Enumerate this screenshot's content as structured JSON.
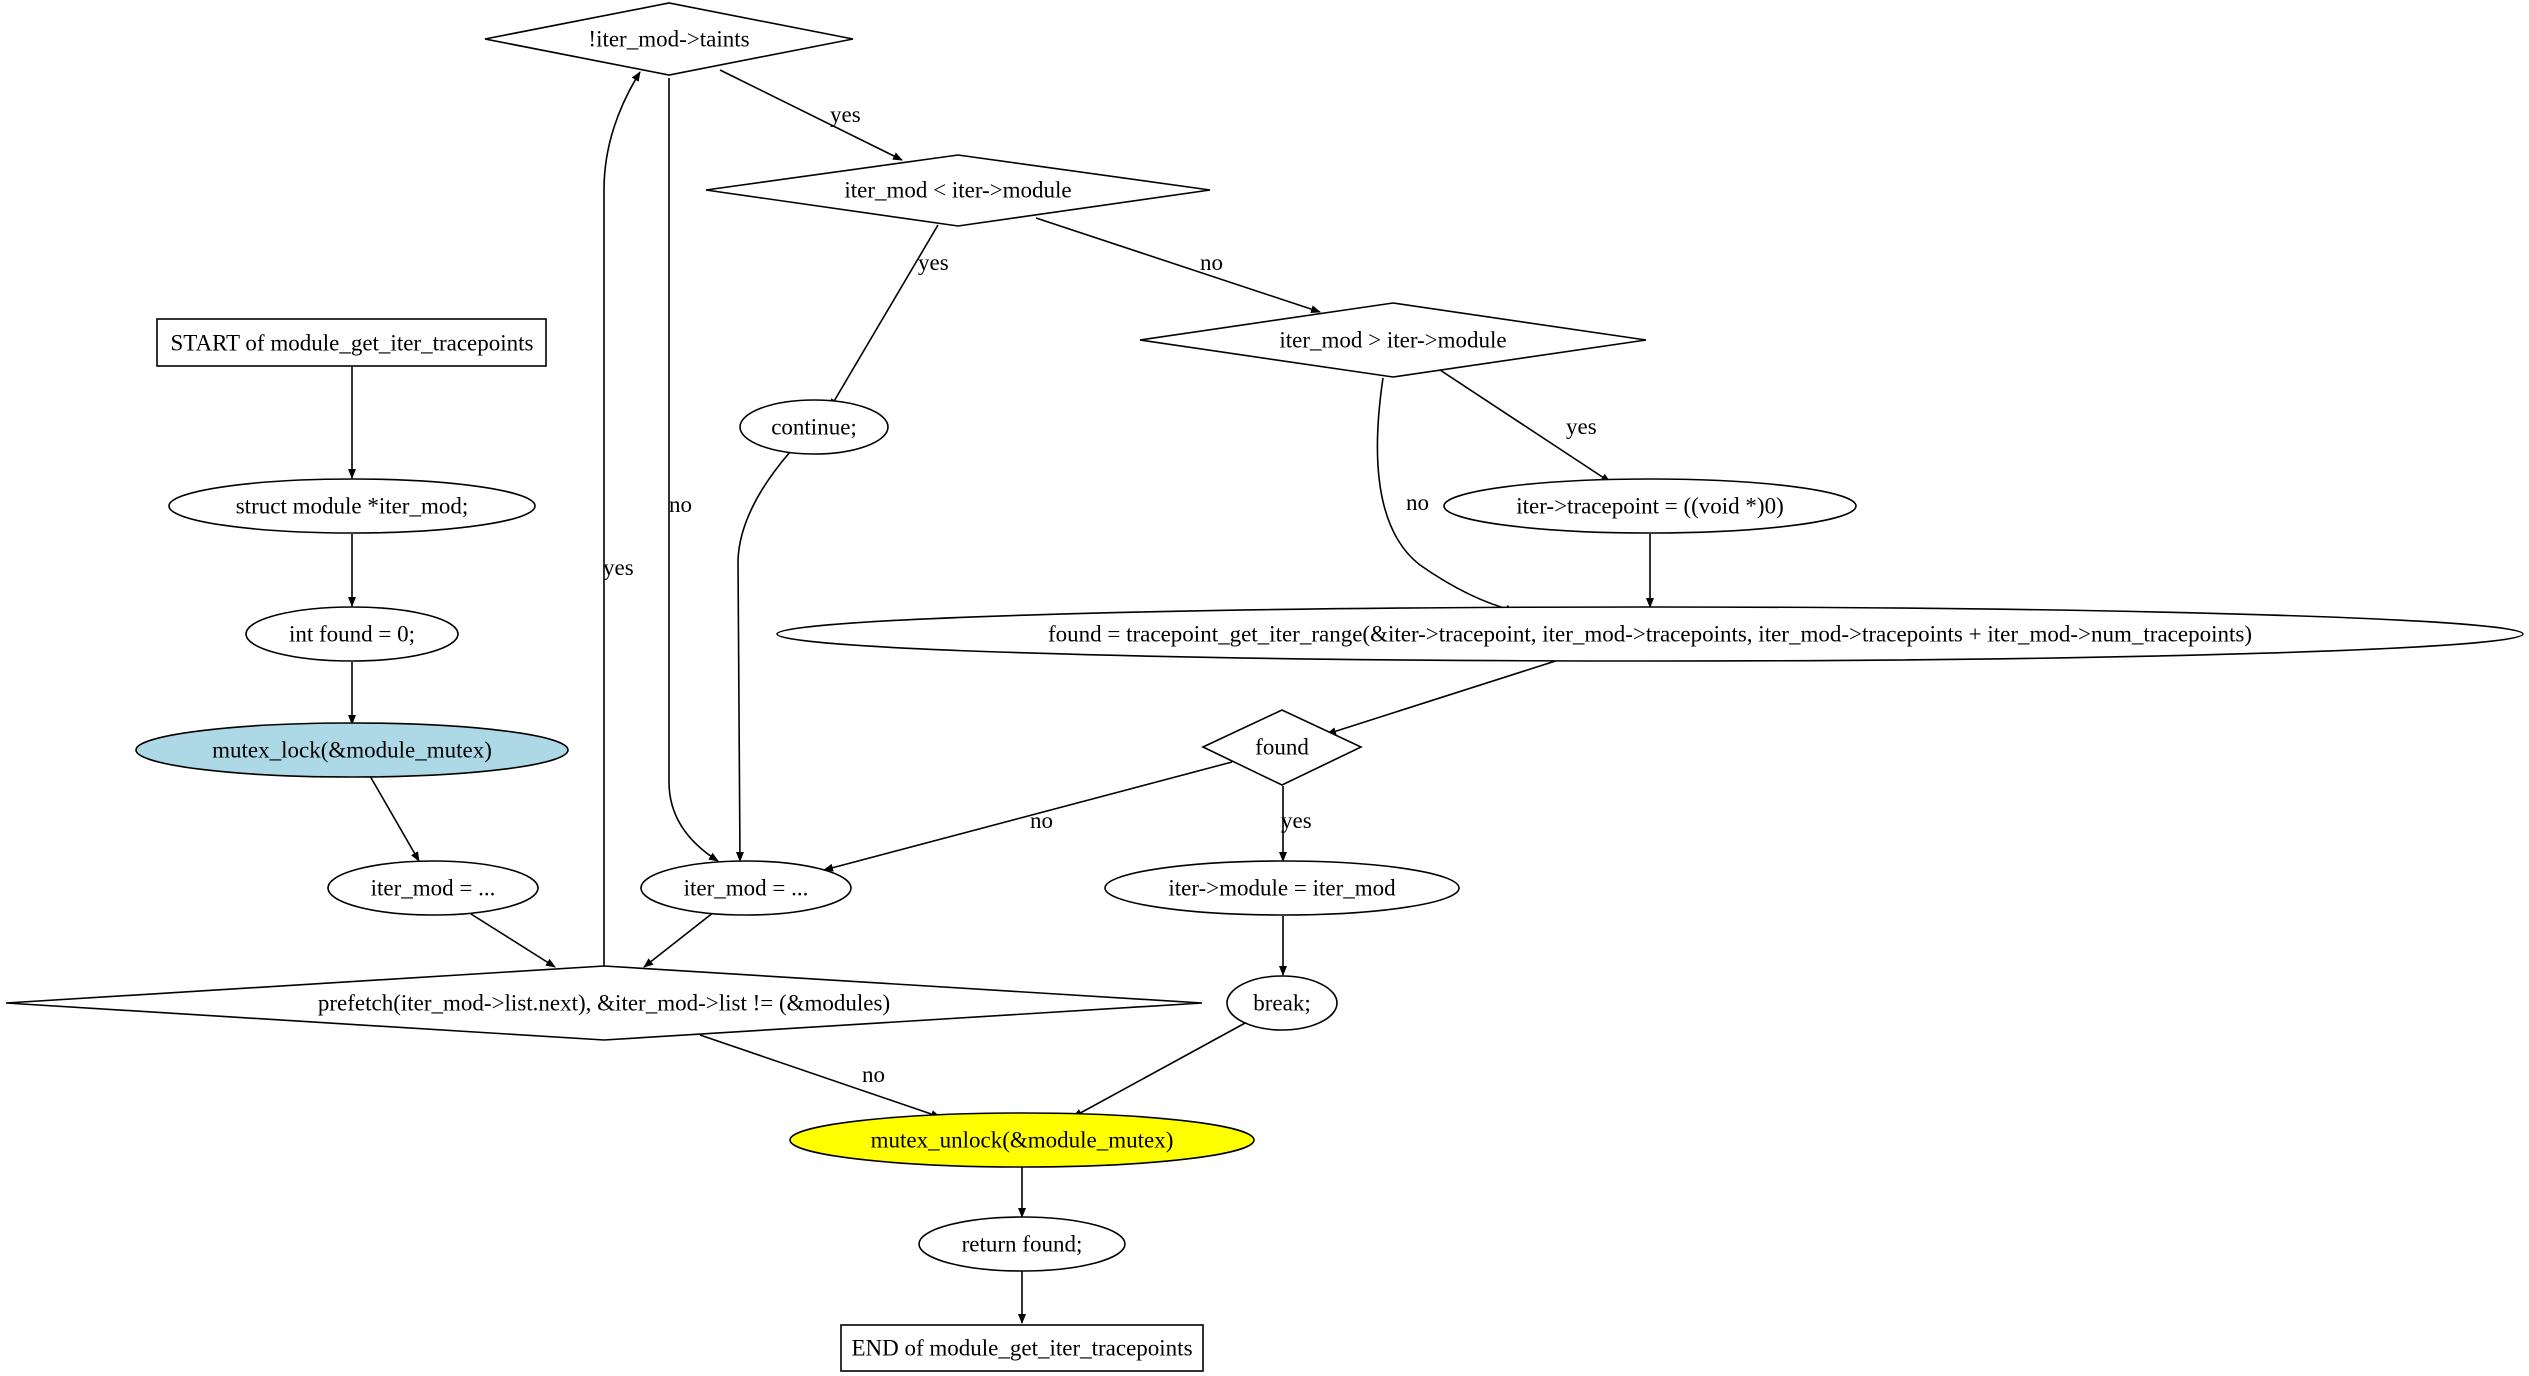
{
  "nodes": {
    "start": {
      "label": "START of module_get_iter_tracepoints",
      "shape": "box"
    },
    "decl": {
      "label": "struct module *iter_mod;",
      "shape": "ellipse"
    },
    "found_init": {
      "label": "int found = 0;",
      "shape": "ellipse"
    },
    "lock": {
      "label": "mutex_lock(&module_mutex)",
      "shape": "ellipse",
      "fill": "#add8e6"
    },
    "iter_init": {
      "label": "iter_mod = ...",
      "shape": "ellipse"
    },
    "loop_cond": {
      "label": "prefetch(iter_mod->list.next), &iter_mod->list != (&modules)",
      "shape": "diamond"
    },
    "taints": {
      "label": "!iter_mod->taints",
      "shape": "diamond"
    },
    "lt": {
      "label": "iter_mod < iter->module",
      "shape": "diamond"
    },
    "gt": {
      "label": "iter_mod > iter->module",
      "shape": "diamond"
    },
    "cont": {
      "label": "continue;",
      "shape": "ellipse"
    },
    "tp_null": {
      "label": "iter->tracepoint = ((void *)0)",
      "shape": "ellipse"
    },
    "range": {
      "label": "found = tracepoint_get_iter_range(&iter->tracepoint, iter_mod->tracepoints, iter_mod->tracepoints + iter_mod->num_tracepoints)",
      "shape": "ellipse"
    },
    "found_q": {
      "label": "found",
      "shape": "diamond"
    },
    "iter_next": {
      "label": "iter_mod = ...",
      "shape": "ellipse"
    },
    "set_module": {
      "label": "iter->module = iter_mod",
      "shape": "ellipse"
    },
    "brk": {
      "label": "break;",
      "shape": "ellipse"
    },
    "unlock": {
      "label": "mutex_unlock(&module_mutex)",
      "shape": "ellipse",
      "fill": "#ffff00"
    },
    "ret": {
      "label": "return found;",
      "shape": "ellipse"
    },
    "end": {
      "label": "END of module_get_iter_tracepoints",
      "shape": "box"
    }
  },
  "edges": [
    {
      "from": "start",
      "to": "decl",
      "label": ""
    },
    {
      "from": "decl",
      "to": "found_init",
      "label": ""
    },
    {
      "from": "found_init",
      "to": "lock",
      "label": ""
    },
    {
      "from": "lock",
      "to": "iter_init",
      "label": ""
    },
    {
      "from": "iter_init",
      "to": "loop_cond",
      "label": ""
    },
    {
      "from": "loop_cond",
      "to": "taints",
      "label": "yes"
    },
    {
      "from": "loop_cond",
      "to": "unlock",
      "label": "no"
    },
    {
      "from": "taints",
      "to": "lt",
      "label": "yes"
    },
    {
      "from": "taints",
      "to": "iter_next",
      "label": "no"
    },
    {
      "from": "lt",
      "to": "cont",
      "label": "yes"
    },
    {
      "from": "lt",
      "to": "gt",
      "label": "no"
    },
    {
      "from": "gt",
      "to": "tp_null",
      "label": "yes"
    },
    {
      "from": "gt",
      "to": "range",
      "label": "no"
    },
    {
      "from": "tp_null",
      "to": "range",
      "label": ""
    },
    {
      "from": "cont",
      "to": "iter_next",
      "label": ""
    },
    {
      "from": "range",
      "to": "found_q",
      "label": ""
    },
    {
      "from": "found_q",
      "to": "iter_next",
      "label": "no"
    },
    {
      "from": "found_q",
      "to": "set_module",
      "label": "yes"
    },
    {
      "from": "iter_next",
      "to": "loop_cond",
      "label": ""
    },
    {
      "from": "set_module",
      "to": "brk",
      "label": ""
    },
    {
      "from": "brk",
      "to": "unlock",
      "label": ""
    },
    {
      "from": "unlock",
      "to": "ret",
      "label": ""
    },
    {
      "from": "ret",
      "to": "end",
      "label": ""
    }
  ]
}
